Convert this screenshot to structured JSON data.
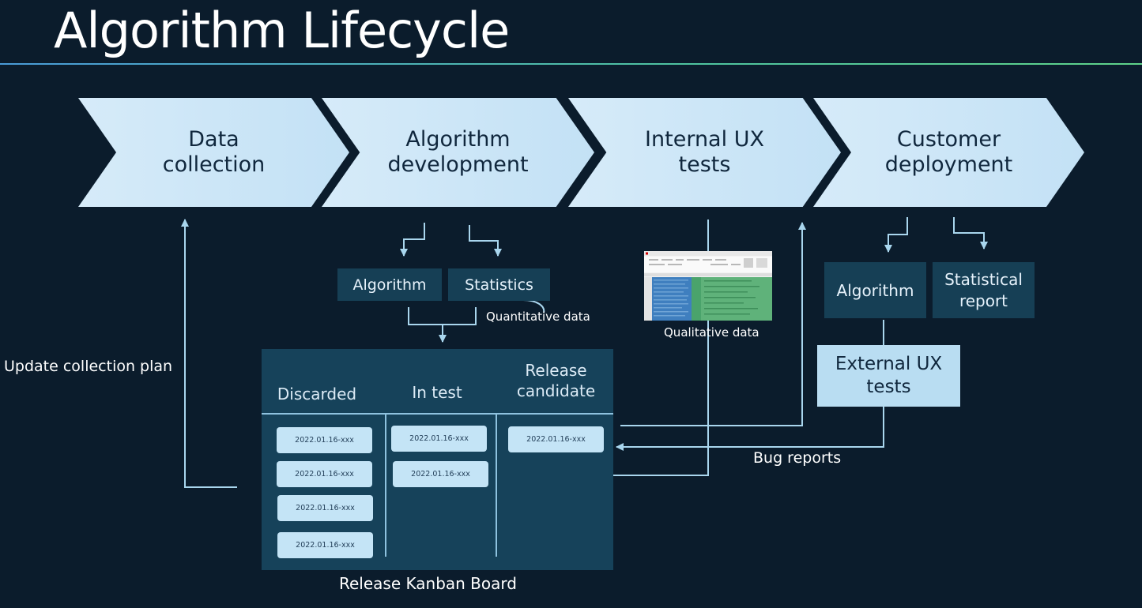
{
  "title": "Algorithm Lifecycle",
  "stages": [
    {
      "label": "Data\ncollection"
    },
    {
      "label": "Algorithm\ndevelopment"
    },
    {
      "label": "Internal UX\ntests"
    },
    {
      "label": "Customer\ndeployment"
    }
  ],
  "dev_outputs": {
    "algorithm": "Algorithm",
    "statistics": "Statistics"
  },
  "deploy_outputs": {
    "algorithm": "Algorithm",
    "statistical_report": "Statistical\nreport"
  },
  "external_ux": "External UX\ntests",
  "annotations": {
    "quantitative": "Quantitative data",
    "qualitative": "Qualitative data",
    "update_plan": "Update collection plan",
    "bug_reports": "Bug reports"
  },
  "kanban": {
    "caption": "Release Kanban Board",
    "columns": [
      {
        "header": "Discarded",
        "cards": [
          "2022.01.16-xxx",
          "2022.01.16-xxx",
          "2022.01.16-xxx",
          "2022.01.16-xxx"
        ]
      },
      {
        "header": "In test",
        "cards": [
          "2022.01.16-xxx",
          "2022.01.16-xxx"
        ]
      },
      {
        "header": "Release\ncandidate",
        "cards": [
          "2022.01.16-xxx"
        ]
      }
    ]
  },
  "colors": {
    "background": "#0b1c2c",
    "chevron": "#c9e4f6",
    "box_dark": "#163f55",
    "box_light": "#b9ddf2",
    "line": "#a9d6ee"
  }
}
